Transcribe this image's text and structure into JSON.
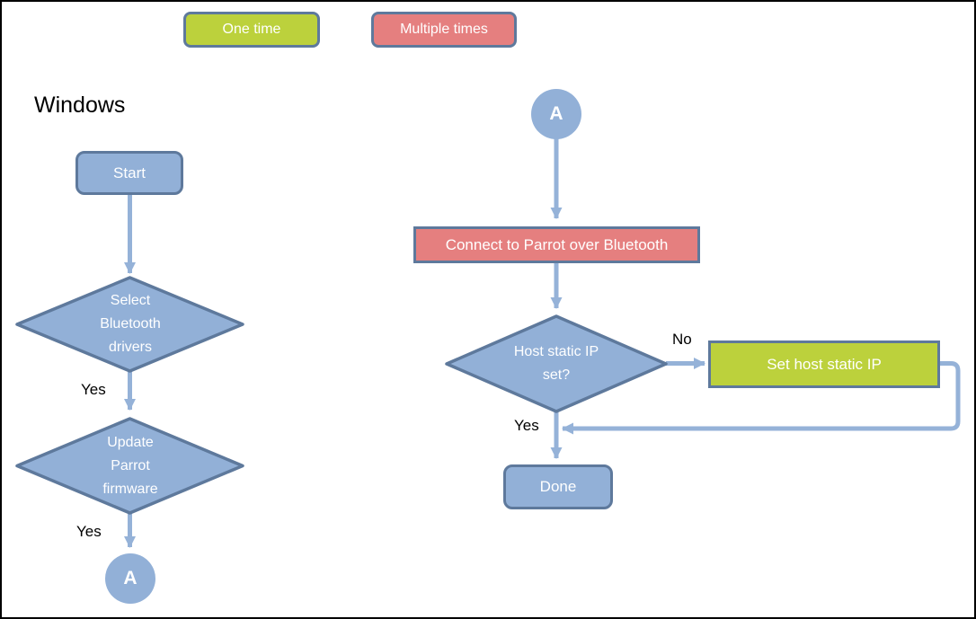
{
  "colors": {
    "blue_fill": "#92b0d7",
    "node_border": "#5e799c",
    "connector": "#95b2d8",
    "green_fill": "#bcd13c",
    "red_fill": "#e57f7f",
    "node_text": "#ffffff",
    "label_text": "#000000",
    "frame": "#000000"
  },
  "legend": {
    "one_time": "One time",
    "multiple_times": "Multiple times"
  },
  "heading": "Windows",
  "nodes": {
    "start": {
      "label": "Start",
      "shape": "rounded-rectangle",
      "frequency": "one-time-blue"
    },
    "select_drivers": {
      "label": "Select Bluetooth drivers",
      "shape": "diamond"
    },
    "update_firmware": {
      "label": "Update Parrot firmware",
      "shape": "diamond"
    },
    "connector_a_left": {
      "label": "A",
      "shape": "circle"
    },
    "connector_a_right": {
      "label": "A",
      "shape": "circle"
    },
    "connect_parrot": {
      "label": "Connect to Parrot over Bluetooth",
      "shape": "rectangle",
      "frequency": "multiple-times"
    },
    "host_static_ip": {
      "label": "Host static IP set?",
      "shape": "diamond"
    },
    "set_host_static_ip": {
      "label": "Set host static IP",
      "shape": "rectangle",
      "frequency": "one-time"
    },
    "done": {
      "label": "Done",
      "shape": "rounded-rectangle"
    }
  },
  "edge_labels": {
    "select_drivers_yes": "Yes",
    "update_firmware_yes": "Yes",
    "host_ip_no": "No",
    "host_ip_yes": "Yes"
  }
}
